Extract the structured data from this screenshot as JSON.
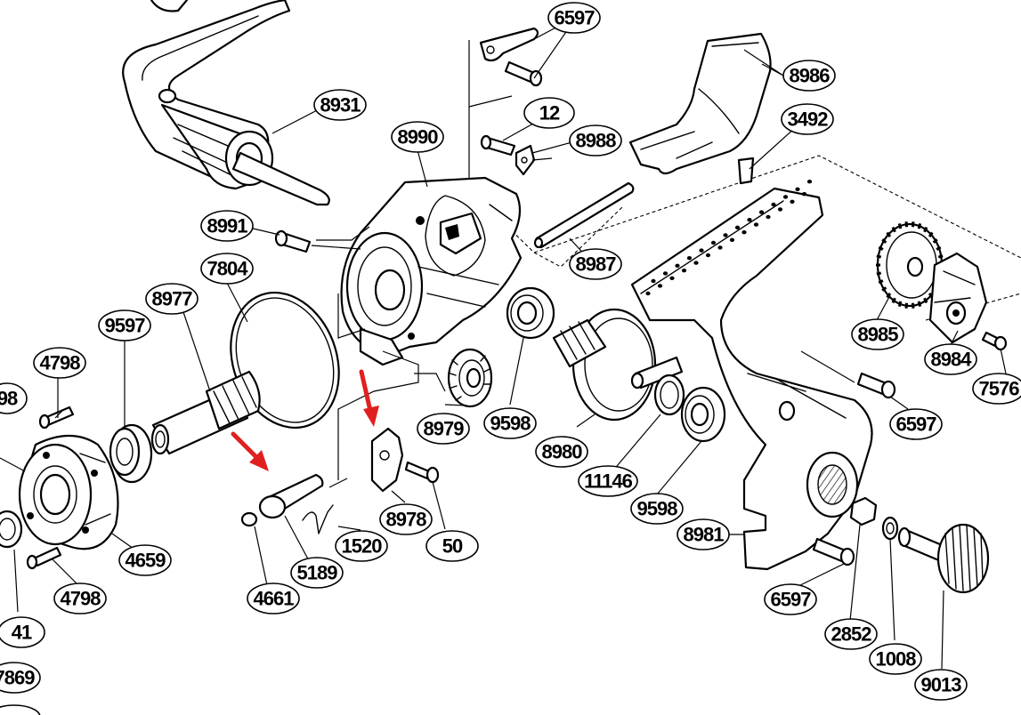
{
  "accent_color": "#e02020",
  "callouts": [
    {
      "id": "c-6597-a",
      "label": "6597"
    },
    {
      "id": "c-8986",
      "label": "8986"
    },
    {
      "id": "c-8931",
      "label": "8931"
    },
    {
      "id": "c-12",
      "label": "12"
    },
    {
      "id": "c-3492",
      "label": "3492"
    },
    {
      "id": "c-8990",
      "label": "8990"
    },
    {
      "id": "c-8988",
      "label": "8988"
    },
    {
      "id": "c-8991",
      "label": "8991"
    },
    {
      "id": "c-8987",
      "label": "8987"
    },
    {
      "id": "c-7804",
      "label": "7804"
    },
    {
      "id": "c-8977",
      "label": "8977"
    },
    {
      "id": "c-9597",
      "label": "9597"
    },
    {
      "id": "c-8985",
      "label": "8985"
    },
    {
      "id": "c-4798-a",
      "label": "4798"
    },
    {
      "id": "c-98",
      "label": "98"
    },
    {
      "id": "c-8984",
      "label": "8984"
    },
    {
      "id": "c-7576",
      "label": "7576"
    },
    {
      "id": "c-8979",
      "label": "8979"
    },
    {
      "id": "c-9598-a",
      "label": "9598"
    },
    {
      "id": "c-6597-b",
      "label": "6597"
    },
    {
      "id": "c-8980",
      "label": "8980"
    },
    {
      "id": "c-11146",
      "label": "11146"
    },
    {
      "id": "c-9598-b",
      "label": "9598"
    },
    {
      "id": "c-8978",
      "label": "8978"
    },
    {
      "id": "c-8981",
      "label": "8981"
    },
    {
      "id": "c-1520",
      "label": "1520"
    },
    {
      "id": "c-50",
      "label": "50"
    },
    {
      "id": "c-4659",
      "label": "4659"
    },
    {
      "id": "c-5189",
      "label": "5189"
    },
    {
      "id": "c-4798-b",
      "label": "4798"
    },
    {
      "id": "c-4661",
      "label": "4661"
    },
    {
      "id": "c-6597-c",
      "label": "6597"
    },
    {
      "id": "c-41",
      "label": "41"
    },
    {
      "id": "c-2852",
      "label": "2852"
    },
    {
      "id": "c-1008",
      "label": "1008"
    },
    {
      "id": "c-7869",
      "label": "7869"
    },
    {
      "id": "c-9013",
      "label": "9013"
    }
  ]
}
